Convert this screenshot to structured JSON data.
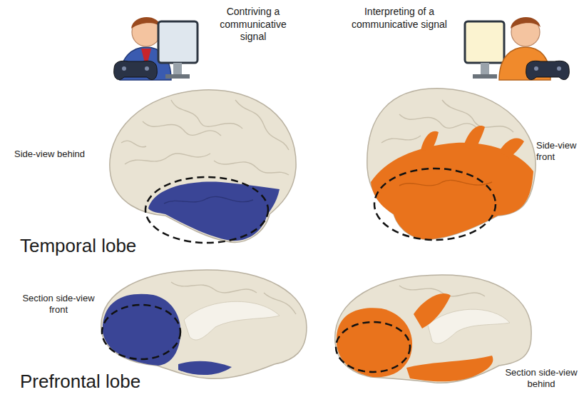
{
  "diagram": {
    "labels": [
      "Contriving a communicative signal",
      "Interpreting of a communicative signal",
      "Side-view behind",
      "Side-view front",
      "Temporal lobe",
      "Section side-view front",
      "Prefrontal lobe",
      "Section side-view behind"
    ]
  }
}
